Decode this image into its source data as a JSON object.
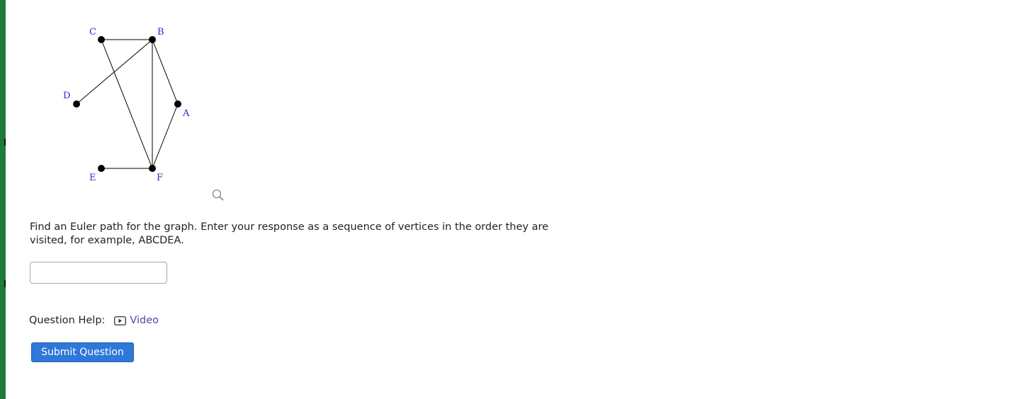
{
  "graph": {
    "vertices": [
      {
        "label": "C"
      },
      {
        "label": "B"
      },
      {
        "label": "D"
      },
      {
        "label": "A"
      },
      {
        "label": "E"
      },
      {
        "label": "F"
      }
    ],
    "edges": [
      [
        "C",
        "B"
      ],
      [
        "C",
        "F"
      ],
      [
        "B",
        "D"
      ],
      [
        "B",
        "F"
      ],
      [
        "B",
        "A"
      ],
      [
        "A",
        "F"
      ],
      [
        "E",
        "F"
      ]
    ],
    "vertex_color": "#000000",
    "label_color": "#2a2ac8"
  },
  "zoom": {
    "icon": "magnifier-icon"
  },
  "question": {
    "text": "Find an Euler path for the graph. Enter your response as a sequence of vertices in the order they are visited, for example, ABCDEA."
  },
  "answer": {
    "value": "",
    "placeholder": ""
  },
  "help": {
    "label": "Question Help:",
    "video_label": "Video",
    "video_icon": "play-video-icon"
  },
  "submit": {
    "label": "Submit Question",
    "color": "#2f78d8"
  },
  "sidebar": {
    "color": "#1e7b3c"
  }
}
